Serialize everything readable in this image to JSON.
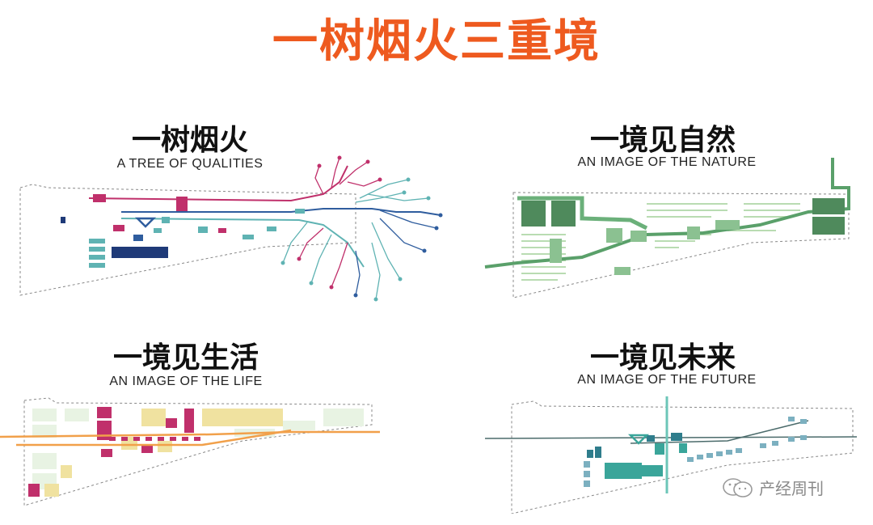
{
  "main_title": "一树烟火三重境",
  "panels": [
    {
      "title": "一树烟火",
      "subtitle": "A TREE OF QUALITIES"
    },
    {
      "title": "一境见自然",
      "subtitle": "AN IMAGE OF THE NATURE"
    },
    {
      "title": "一境见生活",
      "subtitle": "AN IMAGE OF THE LIFE"
    },
    {
      "title": "一境见未来",
      "subtitle": "AN IMAGE OF THE FUTURE"
    }
  ],
  "watermark": {
    "icon": "wechat-icon",
    "text": "产经周刊"
  },
  "colors": {
    "title": "#ee5a1f",
    "magenta": "#c0306b",
    "teal": "#5fb3b3",
    "navy": "#1f3a78",
    "blue": "#2f5d9e",
    "green_dark": "#4f8a5c",
    "green_light": "#b9dcb2",
    "yellow": "#f0e2a0",
    "orange": "#f1a04a",
    "future_teal": "#3aa59a"
  }
}
